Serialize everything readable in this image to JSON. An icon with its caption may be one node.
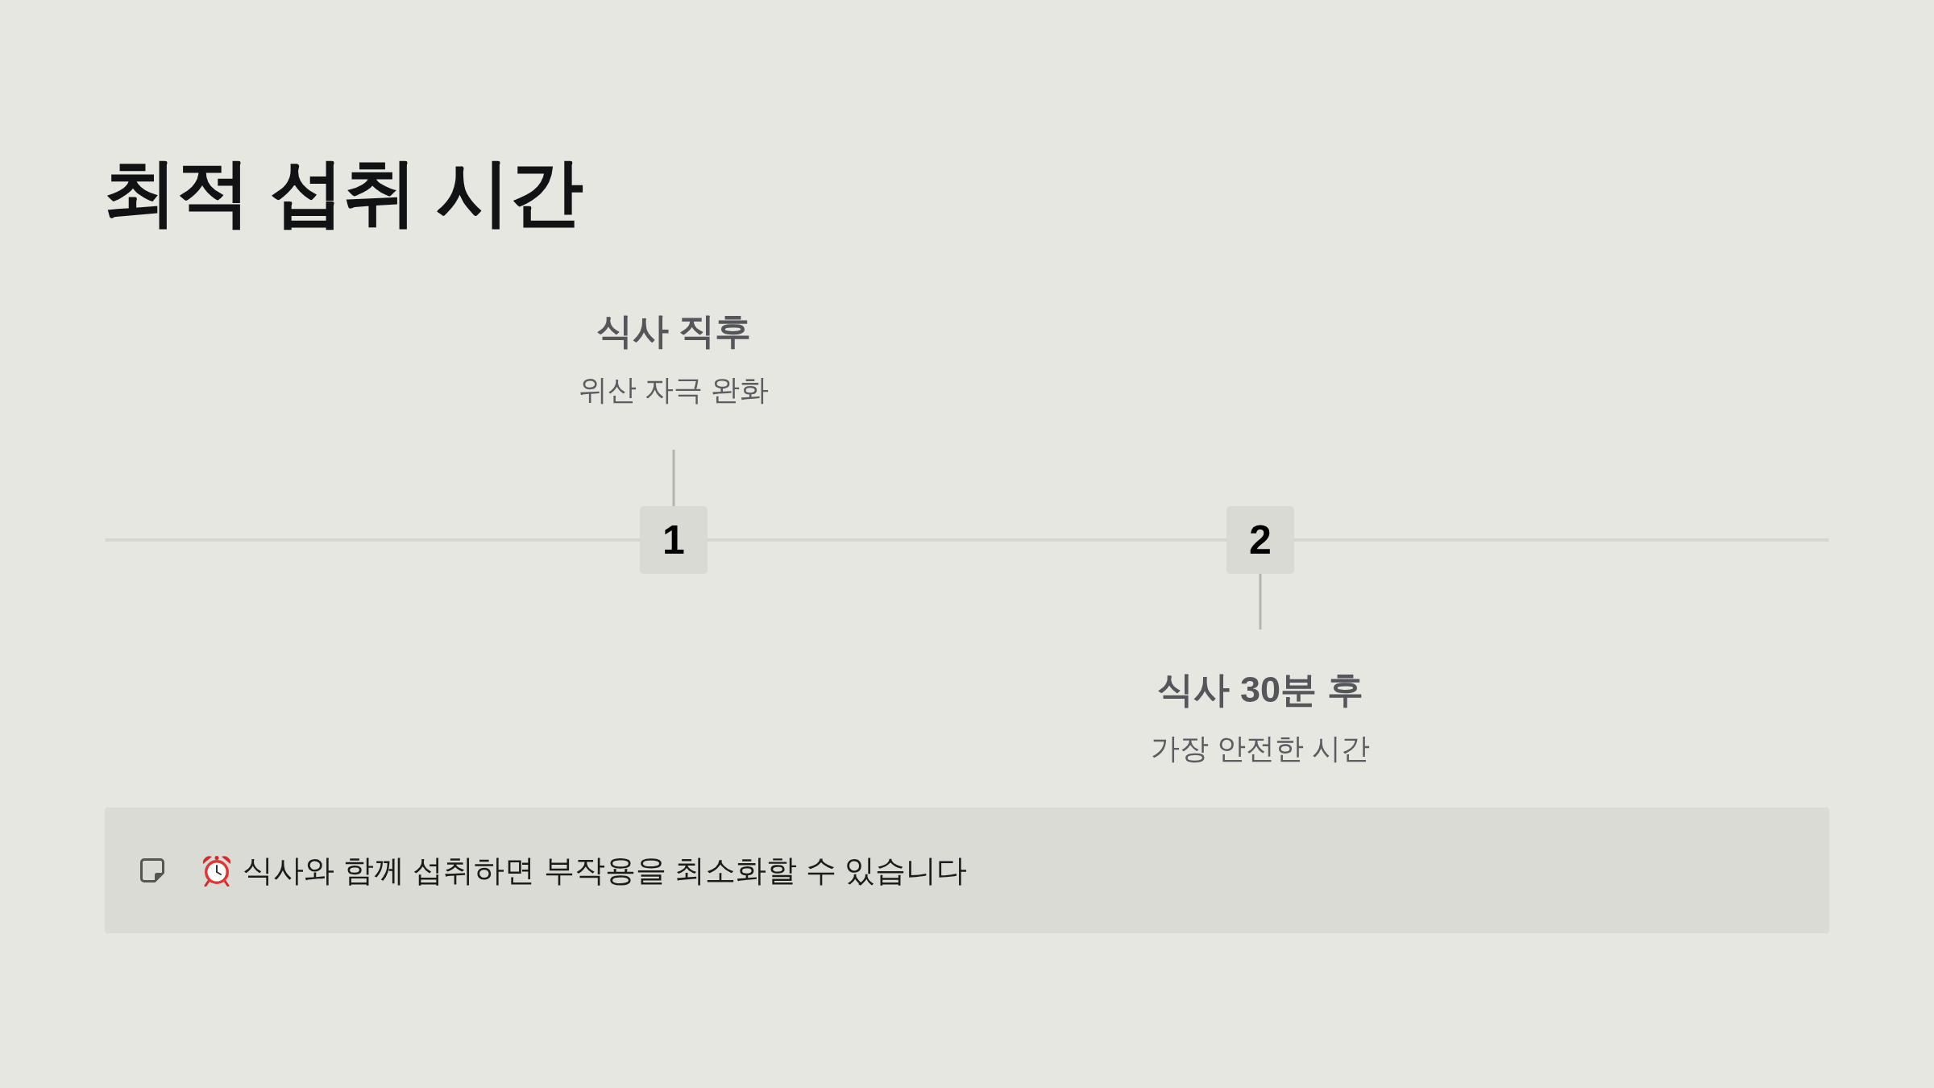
{
  "diagram": {
    "title": "최적 섭취 시간",
    "nodes": [
      {
        "text": [
          "식사 직후",
          "위산 자극 완화"
        ]
      },
      {
        "text": [
          "1"
        ]
      },
      {
        "text": [
          "2"
        ]
      },
      {
        "text": [
          "식사 30분 후",
          "가장 안전한 시간"
        ]
      },
      {
        "text": [
          "식사와 함께 섭취하면 부작용을 최소화할 수 있습니다"
        ]
      }
    ],
    "edges": [
      {
        "from": 0,
        "to": 1,
        "arrow": "none"
      },
      {
        "from": 2,
        "to": 3,
        "arrow": "none"
      }
    ]
  }
}
